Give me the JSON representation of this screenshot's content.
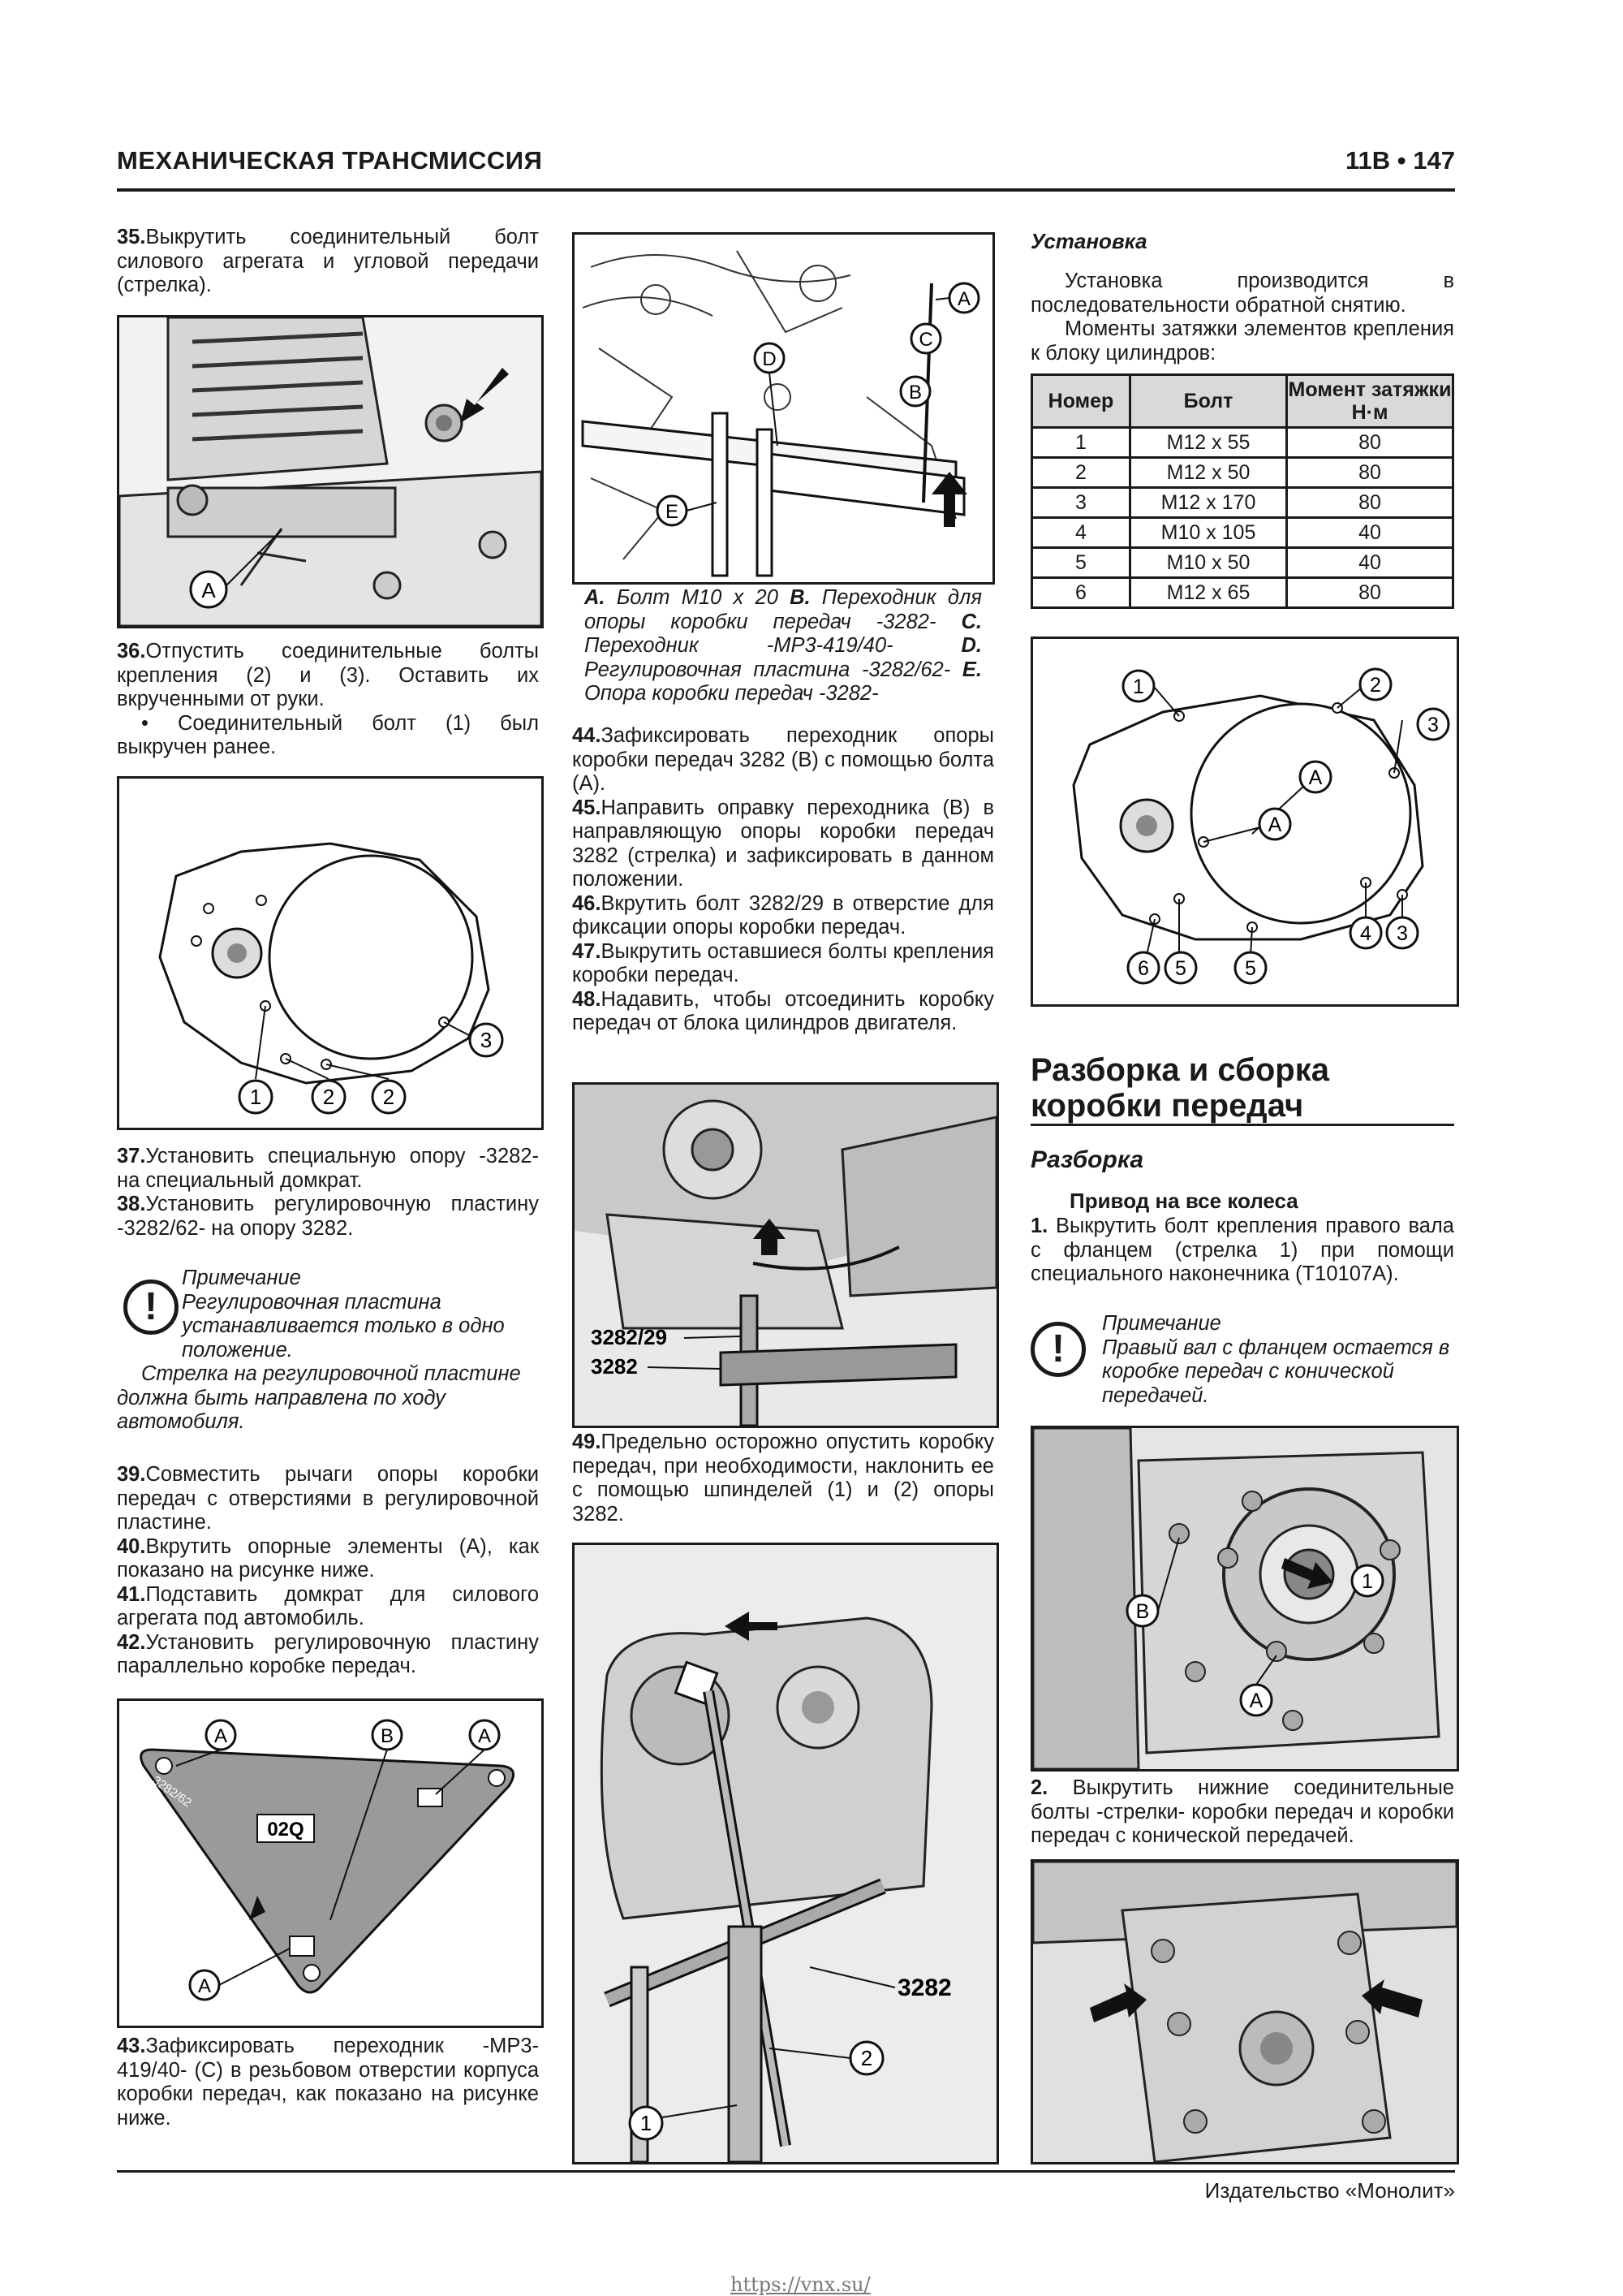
{
  "header": {
    "title": "МЕХАНИЧЕСКАЯ ТРАНСМИССИЯ",
    "page": "11В • 147"
  },
  "col1": {
    "step35": {
      "num": "35.",
      "text": "Выкрутить соединительный болт силового агрегата и угловой передачи (стрелка)."
    },
    "fig1": {
      "label_a": "A"
    },
    "step36": {
      "num": "36.",
      "text": "Отпустить соединительные болты крепления (2) и (3). Оставить их вкрученными от руки."
    },
    "bullet36": "• Соединительный болт (1) был выкручен ранее.",
    "fig2": {
      "labels": [
        "1",
        "2",
        "2",
        "3"
      ]
    },
    "step37": {
      "num": "37.",
      "text": "Установить специальную опору -3282- на специальный домкрат."
    },
    "step38": {
      "num": "38.",
      "text": "Установить регулировочную пластину -3282/62- на опору 3282."
    },
    "note1": {
      "title": "Примечание",
      "text1": "Регулировочная пластина устанавливается только в одно положение.",
      "text2": "Стрелка на регулировочной пластине должна быть направлена по ходу автомобиля."
    },
    "step39": {
      "num": "39.",
      "text": "Совместить рычаги опоры коробки передач с отверстиями в регулировочной пластине."
    },
    "step40": {
      "num": "40.",
      "text": "Вкрутить опорные элементы (A), как показано на рисунке ниже."
    },
    "step41": {
      "num": "41.",
      "text": "Подставить домкрат для силового агрегата под автомобиль."
    },
    "step42": {
      "num": "42.",
      "text": "Установить регулировочную пластину параллельно коробке передач."
    },
    "fig3": {
      "labels": [
        "A",
        "B",
        "A",
        "A"
      ],
      "plate_mark": "02Q",
      "plate_code": "3282/62"
    },
    "step43": {
      "num": "43.",
      "text": "Зафиксировать переходник -MP3-419/40- (C) в резьбовом отверстии корпуса коробки передач, как показано на рисунке ниже."
    }
  },
  "col2": {
    "fig4": {
      "labels": [
        "A",
        "C",
        "B",
        "D",
        "E"
      ]
    },
    "caption4": [
      {
        "b": "A.",
        "t": " Болт M10 x 20 "
      },
      {
        "b": "B.",
        "t": " Переходник для опоры коробки передач -3282- "
      },
      {
        "b": "C.",
        "t": " Переходник -MP3-419/40- "
      },
      {
        "b": "D.",
        "t": " Регулировочная пластина -3282/62- "
      },
      {
        "b": "E.",
        "t": " Опора коробки передач -3282-"
      }
    ],
    "step44": {
      "num": "44.",
      "text": "Зафиксировать переходник опоры коробки передач 3282 (B) с помощью болта (A)."
    },
    "step45": {
      "num": "45.",
      "text": "Направить оправку переходника (B) в направляющую опоры коробки передач 3282 (стрелка) и зафиксировать в данном положении."
    },
    "step46": {
      "num": "46.",
      "text": "Вкрутить болт 3282/29 в отверстие для фиксации опоры коробки передач."
    },
    "step47": {
      "num": "47.",
      "text": "Выкрутить оставшиеся болты крепления коробки передач."
    },
    "step48": {
      "num": "48.",
      "text": "Надавить, чтобы отсоединить коробку передач от блока цилиндров двигателя."
    },
    "fig5": {
      "labels": [
        "3282/29",
        "3282"
      ]
    },
    "step49": {
      "num": "49.",
      "text": "Предельно осторожно опустить коробку передач, при необходимости, наклонить ее с помощью шпинделей (1) и (2) опоры 3282."
    },
    "fig6": {
      "labels": [
        "3282",
        "2",
        "1"
      ]
    }
  },
  "col3": {
    "install_title": "Установка",
    "install_p1": "Установка производится в последовательности обратной снятию.",
    "install_p2": "Моменты затяжки элементов крепления к блоку цилиндров:",
    "table": {
      "headers": [
        "Номер",
        "Болт",
        "Момент затяжки Н·м"
      ],
      "rows": [
        [
          "1",
          "M12 x 55",
          "80"
        ],
        [
          "2",
          "M12 x 50",
          "80"
        ],
        [
          "3",
          "M12 x 170",
          "80"
        ],
        [
          "4",
          "M10 x 105",
          "40"
        ],
        [
          "5",
          "M10 x 50",
          "40"
        ],
        [
          "6",
          "M12 x 65",
          "80"
        ]
      ]
    },
    "fig7": {
      "labels": [
        "1",
        "2",
        "3",
        "A",
        "A",
        "4",
        "3",
        "6",
        "5",
        "5"
      ]
    },
    "section_title": "Разборка и сборка коробки передач",
    "sub_title": "Разборка",
    "small_title": "Привод на все колеса",
    "step1": {
      "num": "1.",
      "text": "Выкрутить болт крепления правого вала с фланцем (стрелка 1) при помощи специального наконечника (T10107A)."
    },
    "note2": {
      "title": "Примечание",
      "text": "Правый вал с фланцем остается в коробке передач с конической передачей."
    },
    "fig8": {
      "labels": [
        "1",
        "B",
        "A"
      ]
    },
    "step2": {
      "num": "2.",
      "text": "Выкрутить нижние соединительные болты -стрелки- коробки передач и коробки передач с конической передачей."
    }
  },
  "footer": {
    "publisher": "Издательство «Монолит»",
    "url": "https://vnx.su/"
  }
}
